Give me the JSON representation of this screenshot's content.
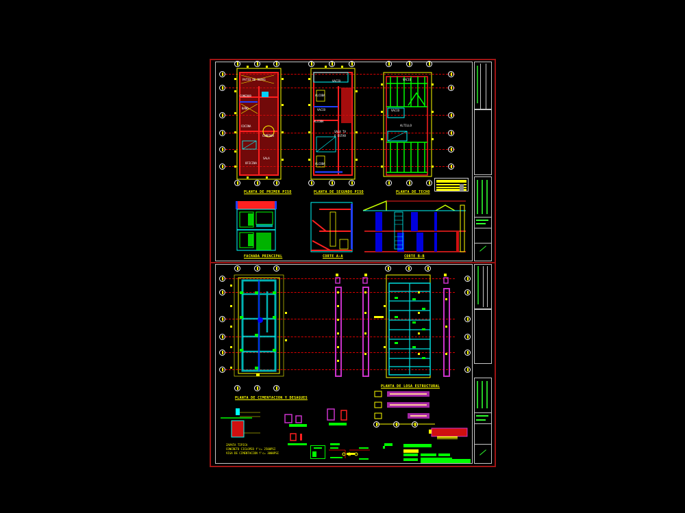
{
  "drawing": {
    "background": "#000000",
    "frame_color": "#a01414",
    "sheets": [
      {
        "id": "sheet-1",
        "views": [
          {
            "title": "PLANTA DE PRIMER PISO",
            "rooms": [
              "PATIO DE ROPAS",
              "COMEDOR",
              "BAÑO",
              "COCINA",
              "OFICINA",
              "SALA",
              "COMEDOR"
            ]
          },
          {
            "title": "PLANTA DE SEGUNDO PISO",
            "rooms": [
              "VACIO",
              "ALCOBA",
              "VACIO",
              "ALCOBA",
              "SALA TV O ESTAR",
              "ALCOBA"
            ]
          },
          {
            "title": "PLANTA DE TECHO",
            "rooms": [
              "VACIO",
              "VACIO",
              "ALTILLO"
            ]
          },
          {
            "title": "FACHADA PRINCIPAL"
          },
          {
            "title": "CORTE A-A"
          },
          {
            "title": "CORTE B-B"
          }
        ]
      },
      {
        "id": "sheet-2",
        "views": [
          {
            "title": "PLANTA DE CIMENTACION Y DESAGUES"
          },
          {
            "title": "PLANTA DE LOSA ESTRUCTURAL"
          }
        ],
        "notes": [
          "ZAPATA TIPICA",
          "CONCRETO CICLOPEO f'c= 2500PSI",
          "VIGA DE CIMENTACION f'c= 3000PSI"
        ]
      }
    ],
    "colors": {
      "walls": "#ff0000",
      "dimensions": "#ffff00",
      "structure": "#00ffff",
      "roof": "#00ff00",
      "axes": "#dd0000",
      "columns": "#0000cc",
      "beams": "#cc33cc",
      "title_block_text": "#2fff2f"
    }
  }
}
